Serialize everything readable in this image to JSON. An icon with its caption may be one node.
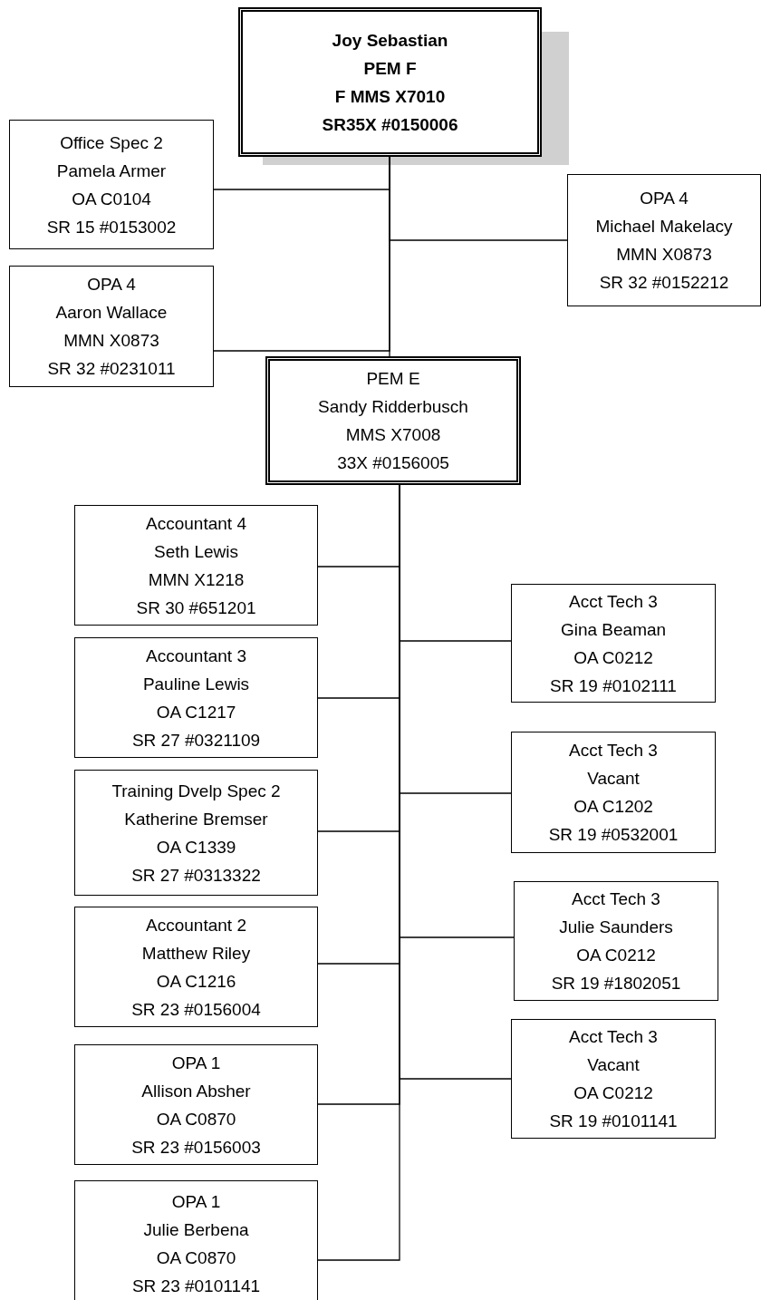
{
  "diagram": {
    "nodes": [
      {
        "text": [
          "Joy Sebastian",
          "PEM F",
          "F MMS X7010",
          "SR35X #0150006"
        ]
      },
      {
        "text": [
          "Office Spec 2",
          "Pamela Armer",
          "OA C0104",
          "SR 15 #0153002"
        ]
      },
      {
        "text": [
          "OPA 4",
          "Michael Makelacy",
          "MMN X0873",
          "SR 32 #0152212"
        ]
      },
      {
        "text": [
          "OPA 4",
          "Aaron Wallace",
          "MMN X0873",
          "SR 32 #0231011"
        ]
      },
      {
        "text": [
          "PEM E",
          "Sandy Ridderbusch",
          "MMS X7008",
          "33X #0156005"
        ]
      },
      {
        "text": [
          "Accountant 4",
          "Seth Lewis",
          "MMN X1218",
          "SR 30 #651201"
        ]
      },
      {
        "text": [
          "Accountant 3",
          "Pauline Lewis",
          "OA C1217",
          "SR 27 #0321109"
        ]
      },
      {
        "text": [
          "Training Dvelp Spec 2",
          "Katherine Bremser",
          "OA C1339",
          "SR 27 #0313322"
        ]
      },
      {
        "text": [
          "Accountant 2",
          "Matthew Riley",
          "OA C1216",
          "SR 23 #0156004"
        ]
      },
      {
        "text": [
          "OPA 1",
          "Allison Absher",
          "OA C0870",
          "SR 23 #0156003"
        ]
      },
      {
        "text": [
          "OPA 1",
          "Julie Berbena",
          "OA C0870",
          "SR 23 #0101141"
        ]
      },
      {
        "text": [
          "Acct Tech 3",
          "Gina Beaman",
          "OA C0212",
          "SR 19 #0102111"
        ]
      },
      {
        "text": [
          "Acct Tech 3",
          "Vacant",
          "OA C1202",
          "SR 19 #0532001"
        ]
      },
      {
        "text": [
          "Acct Tech 3",
          "Julie Saunders",
          "OA C0212",
          "SR 19 #1802051"
        ]
      },
      {
        "text": [
          "Acct Tech 3",
          "Vacant",
          "OA C0212",
          "SR 19 #0101141"
        ]
      }
    ],
    "edges": [
      {
        "from": 0,
        "to": 1,
        "arrow": "none"
      },
      {
        "from": 0,
        "to": 2,
        "arrow": "none"
      },
      {
        "from": 0,
        "to": 3,
        "arrow": "none"
      },
      {
        "from": 0,
        "to": 4,
        "arrow": "none"
      },
      {
        "from": 4,
        "to": 5,
        "arrow": "none"
      },
      {
        "from": 4,
        "to": 11,
        "arrow": "none"
      },
      {
        "from": 4,
        "to": 6,
        "arrow": "none"
      },
      {
        "from": 4,
        "to": 12,
        "arrow": "none"
      },
      {
        "from": 4,
        "to": 7,
        "arrow": "none"
      },
      {
        "from": 4,
        "to": 13,
        "arrow": "none"
      },
      {
        "from": 4,
        "to": 8,
        "arrow": "none"
      },
      {
        "from": 4,
        "to": 14,
        "arrow": "none"
      },
      {
        "from": 4,
        "to": 9,
        "arrow": "none"
      },
      {
        "from": 4,
        "to": 10,
        "arrow": "none"
      }
    ]
  }
}
